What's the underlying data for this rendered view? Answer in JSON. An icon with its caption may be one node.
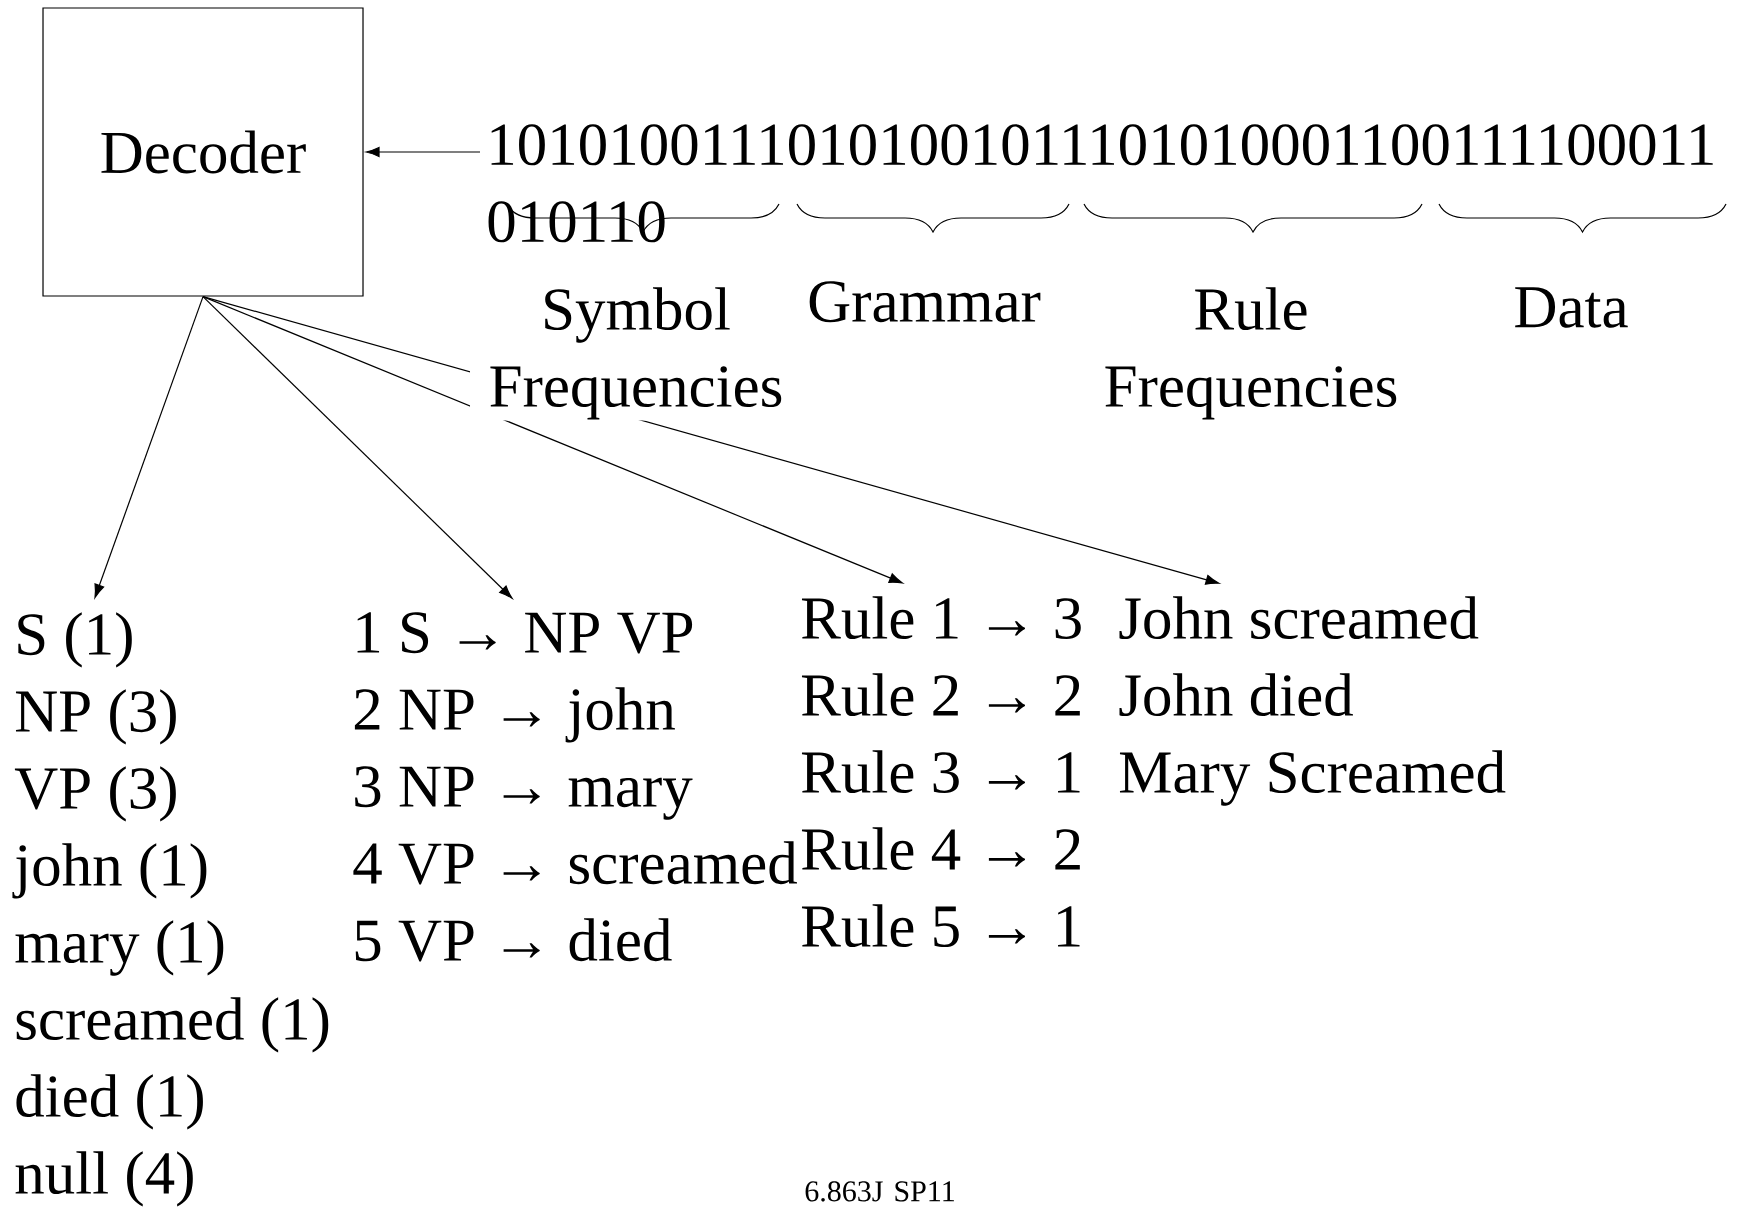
{
  "diagram": {
    "nodes": [
      {
        "text": [
          "Decoder"
        ]
      },
      {
        "text": [
          "10101001110101001011101010001100111100011 010110"
        ]
      },
      {
        "text": [
          "S (1)",
          "NP (3)",
          "VP (3)",
          "john (1)",
          "mary (1)",
          "screamed (1)",
          "died (1)",
          "null (4)"
        ]
      },
      {
        "text": [
          "1 S → NP VP",
          "2 NP → john",
          "3 NP → mary",
          "4 VP → screamed",
          "5 VP → died"
        ]
      },
      {
        "text": [
          "Rule 1 → 3",
          "Rule 2 → 2",
          "Rule 3 → 1",
          "Rule 4 → 2",
          "Rule 5 → 1"
        ]
      },
      {
        "text": [
          "John screamed",
          "John died",
          "Mary Screamed"
        ]
      }
    ],
    "edges": [
      {
        "from": 1,
        "to": 0,
        "arrow": "to"
      },
      {
        "from": 0,
        "to": 2,
        "arrow": "to"
      },
      {
        "from": 0,
        "to": 3,
        "arrow": "to"
      },
      {
        "from": 0,
        "to": 4,
        "arrow": "to"
      },
      {
        "from": 0,
        "to": 5,
        "arrow": "to"
      }
    ],
    "labels": [
      "Symbol Frequencies",
      "Grammar",
      "Rule Frequencies",
      "Data",
      "6.863J SP11"
    ]
  }
}
